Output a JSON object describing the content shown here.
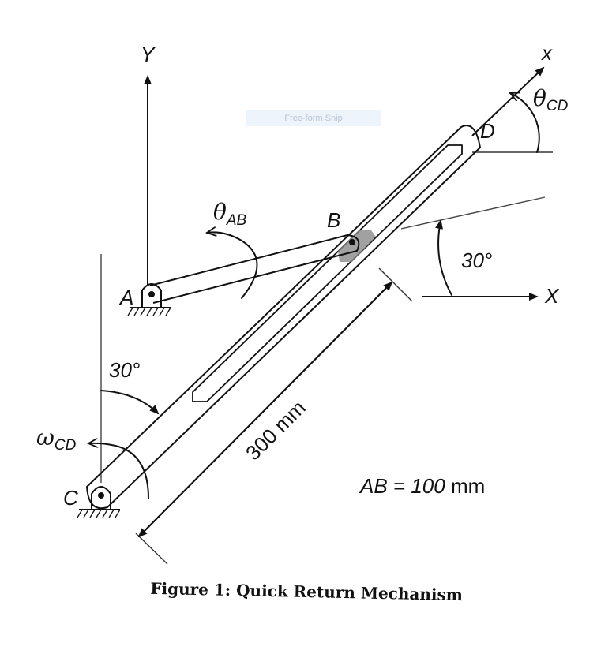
{
  "axes": {
    "global_y_label": "Y",
    "global_x_label": "X",
    "rod_axis_label": "x"
  },
  "points": {
    "a": "A",
    "b": "B",
    "c": "C",
    "d": "D"
  },
  "angles": {
    "theta_cd": {
      "symbol": "θ",
      "subscript": "CD"
    },
    "theta_ab": {
      "symbol": "θ",
      "subscript": "AB"
    },
    "omega_cd": {
      "symbol": "ω",
      "subscript": "CD"
    },
    "incline_angle": "30°",
    "vertical_angle": "30°"
  },
  "dimensions": {
    "rod_length": "300 mm",
    "ab_length_prefix": "AB = ",
    "ab_length_value": "100",
    "ab_length_unit": " mm"
  },
  "caption": "Figure 1: Quick Return Mechanism",
  "overlay": {
    "snip_label": "Free-form Snip"
  },
  "colors": {
    "ink": "#111111",
    "slider_block": "#8a8a8a",
    "snip_badge": "#eef4fb"
  }
}
